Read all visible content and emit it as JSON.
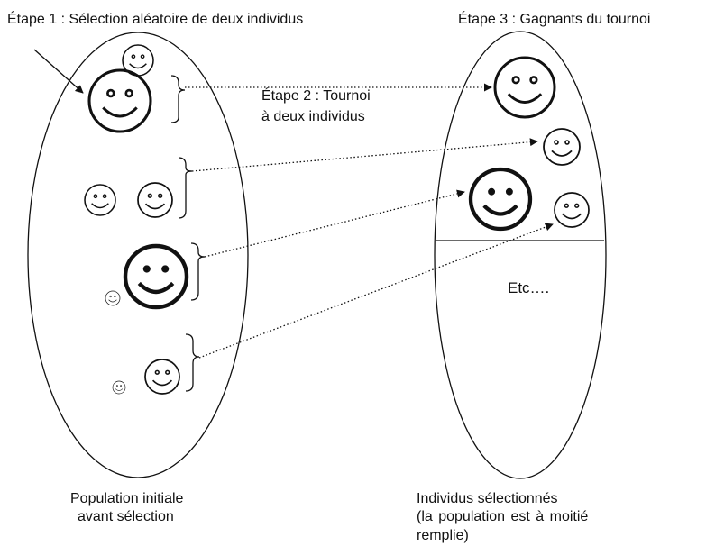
{
  "labels": {
    "step1": "Étape 1 : Sélection aléatoire de deux individus",
    "step2_line1": "Étape 2 : Tournoi",
    "step2_line2": "à deux individus",
    "step3": "Étape 3 : Gagnants du tournoi",
    "etc": "Etc….",
    "population_line1": "Population initiale",
    "population_line2": "avant sélection",
    "selected_line1": "Individus sélectionnés",
    "selected_line2": "(la population est à moitié",
    "selected_line3": "remplie)"
  },
  "colors": {
    "ink": "#111111",
    "background": "#ffffff"
  },
  "icons": {
    "individual": "smiley-face-icon"
  }
}
